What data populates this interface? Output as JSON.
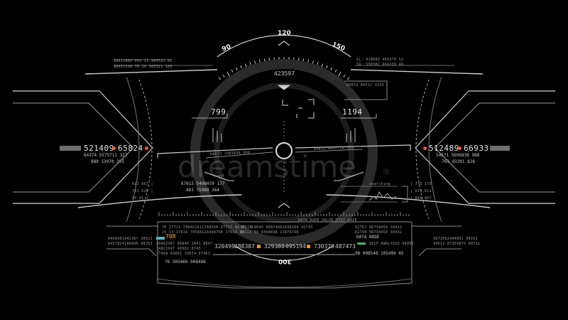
{
  "compass": {
    "heading_center": "120",
    "heading_left": "90",
    "heading_right": "150",
    "bottom": "300"
  },
  "center": {
    "top_value": "423597",
    "left_value": "799",
    "right_value": "1194",
    "bar_left": "68853 7965848 996",
    "bar_right": "84852 4852714 555",
    "readout_line1": "67615 5496039  177",
    "readout_line2": "481 75989  264",
    "panel_tiny": "89652  84512  3215"
  },
  "left_panel": {
    "main_a": "521409",
    "main_b": "65824",
    "sub1": "64374 5575711  327",
    "sub2": "880 13970  255",
    "mid_rows": [
      "612  667  |  ",
      "701  616  |  ",
      "  39  41  |  "
    ]
  },
  "right_panel": {
    "main_a": "512489",
    "main_b": "66933",
    "sub1": "54571 5696836  988",
    "sub2": "763 93291  826",
    "mid_rows": [
      "  |  778  179",
      "  |  619  612",
      "  |  849  867"
    ]
  },
  "top_left": {
    "rows": [
      "88412863  001   12  985521   85",
      "88452396   78   26  985521  186"
    ]
  },
  "top_right": {
    "rows": [
      "GL: 418683 463378  52",
      "TA: 550387 664239  49"
    ]
  },
  "bottom_left": {
    "grid": [
      "76   27713   788651411788568   27713   86   89   74",
      "25   14   17614   79598124448768   17614   41"
    ],
    "rows": [
      "8458981941367   38913",
      "8457824186846    98763"
    ],
    "small": [
      "89462367  89846  2841  8847",
      "34821947  46982  8745",
      "77468  64891  39874  87461"
    ],
    "value": "708",
    "bottom_row": "76  303469  008498"
  },
  "bottom_center": {
    "top_row": [
      "39113   8646   98874681846589   41743",
      "98113   55   8498498   11879748"
    ],
    "header": "DATA NODE  VALUE  STAT  WAVE",
    "values": [
      "320499",
      "288307",
      "329380",
      "095194",
      "730370",
      "487473"
    ]
  },
  "bottom_right": {
    "rows": [
      "92767  96734458  38432",
      "82749  96734458  38432"
    ],
    "title": "DATA NODE",
    "status": "SELF ANALYSIS 98897",
    "bottom_row": "98  008548  105494  85",
    "right_rows": [
      "9873682494891   98552",
      "94612  87369875  68712"
    ]
  },
  "side_search": {
    "label": "searching"
  },
  "watermark": {
    "brand": "dreamstime",
    "reg": "®"
  },
  "colors": {
    "accent_red": "#ff5a2a",
    "accent_orange": "#ff8a1a",
    "line": "#cfcfcf",
    "background": "#000000"
  }
}
